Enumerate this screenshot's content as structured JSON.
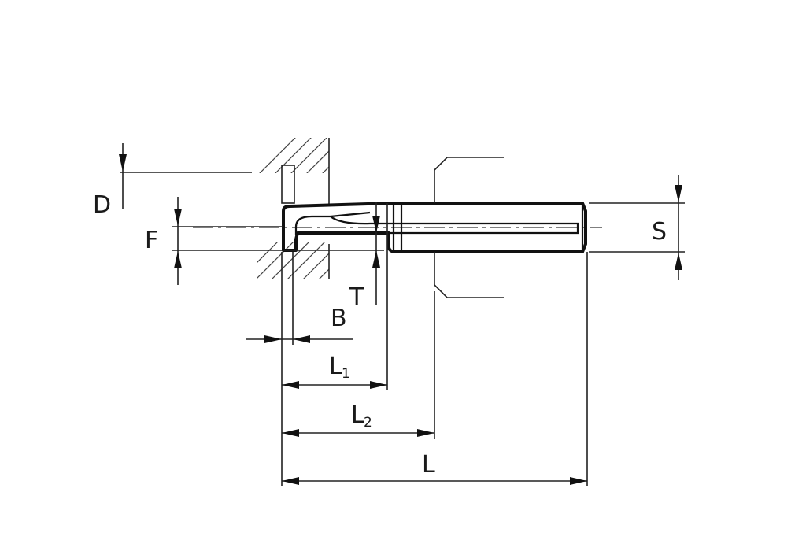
{
  "labels": {
    "d": "D",
    "f": "F",
    "s": "S",
    "t": "T",
    "b": "B",
    "l1_main": "L",
    "l1_sub": "1",
    "l2_main": "L",
    "l2_sub": "2",
    "l": "L"
  }
}
